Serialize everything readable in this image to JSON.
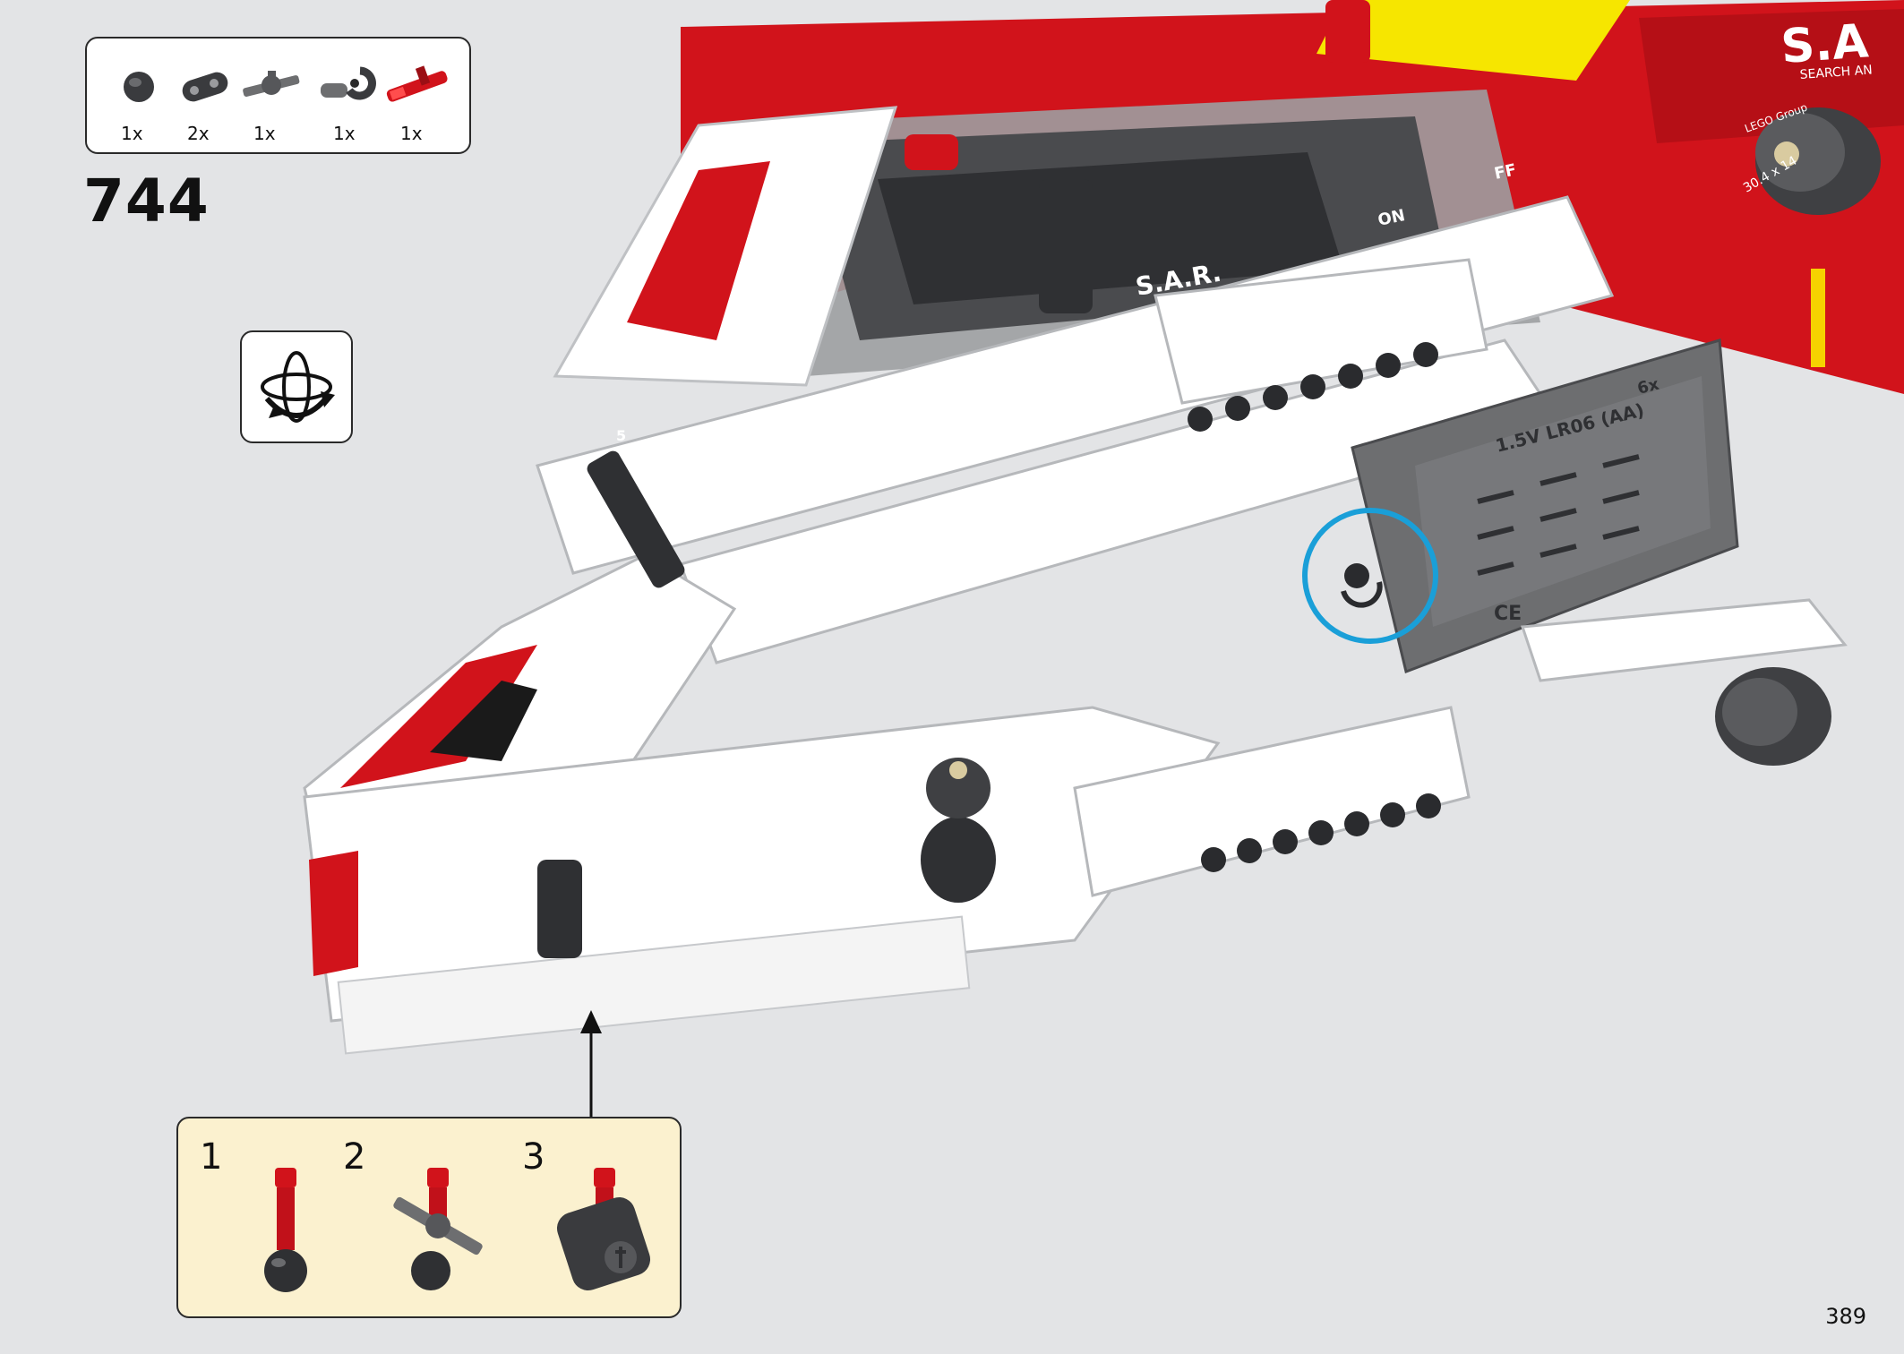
{
  "parts_list": {
    "items": [
      {
        "icon": "round-cap-icon",
        "qty": "1x"
      },
      {
        "icon": "beam-connector-icon",
        "qty": "2x"
      },
      {
        "icon": "axle-joint-icon",
        "qty": "1x"
      },
      {
        "icon": "hook-connector-icon",
        "qty": "1x"
      },
      {
        "icon": "red-pin-icon",
        "qty": "1x"
      }
    ]
  },
  "step": {
    "number": "744"
  },
  "rotate_hint": {
    "icon": "rotate-model-icon"
  },
  "model": {
    "labels": {
      "sar_badge": "S.A.R.",
      "sar_tail": "S.A",
      "search": "SEARCH AN",
      "on_label": "ON",
      "off_label": "FF",
      "battery": "1.5V LR06 (AA)",
      "battery_count": "6x",
      "ce_mark": "CE",
      "tire_text": "30.4 x 14",
      "lego_text": "LEGO Group",
      "number_five": "5"
    },
    "colors": {
      "red": "#d1131b",
      "white": "#ffffff",
      "grey": "#6d6e70",
      "dark": "#2f3033",
      "yellow": "#f6d200",
      "highlight": "#1a9fd8"
    }
  },
  "callout": {
    "steps": [
      {
        "label": "1"
      },
      {
        "label": "2"
      },
      {
        "label": "3"
      }
    ]
  },
  "page": {
    "number": "389"
  }
}
